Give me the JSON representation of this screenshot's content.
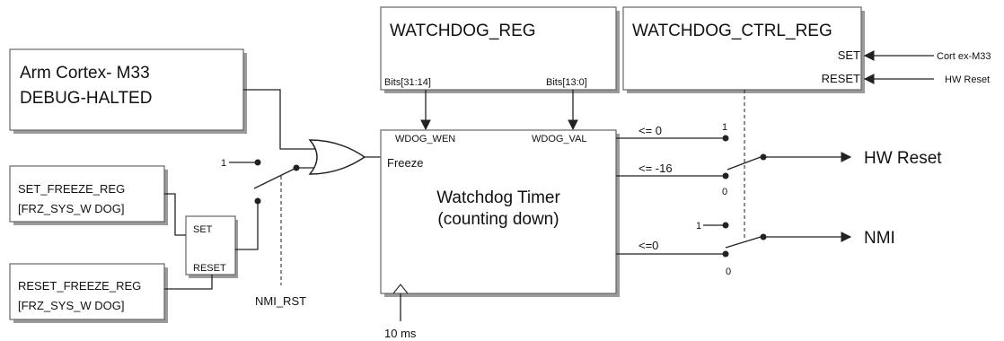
{
  "blocks": {
    "cortex": {
      "line1": "Arm Cortex- M33",
      "line2": "DEBUG-HALTED"
    },
    "set_freeze": {
      "line1": "SET_FREEZE_REG",
      "line2": "[FRZ_SYS_W DOG]"
    },
    "reset_freeze": {
      "line1": "RESET_FREEZE_REG",
      "line2": "[FRZ_SYS_W DOG]"
    },
    "latch": {
      "set": "SET",
      "reset": "RESET"
    },
    "watchdog_reg": {
      "title": "WATCHDOG_REG",
      "bits_high": "Bits[31:14]",
      "bits_low": "Bits[13:0]"
    },
    "watchdog_ctrl_reg": {
      "title": "WATCHDOG_CTRL_REG",
      "set": "SET",
      "reset": "RESET"
    },
    "timer": {
      "wen": "WDOG_WEN",
      "val": "WDOG_VAL",
      "freeze": "Freeze",
      "title_line1": "Watchdog Timer",
      "title_line2": "(counting down)"
    }
  },
  "labels": {
    "one_left": "1",
    "nmi_rst": "NMI_RST",
    "clock": "10 ms",
    "cmp_zero": "<= 0",
    "cmp_neg16": "<= -16",
    "cmp_zero2": "<=0",
    "sw1_top": "1",
    "sw1_bottom": "0",
    "sw2_one": "1",
    "sw2_bottom": "0",
    "cortex_m33": "Cort ex-M33",
    "hw_reset_in": "HW Reset",
    "hw_reset_out": "HW Reset",
    "nmi_out": "NMI"
  }
}
